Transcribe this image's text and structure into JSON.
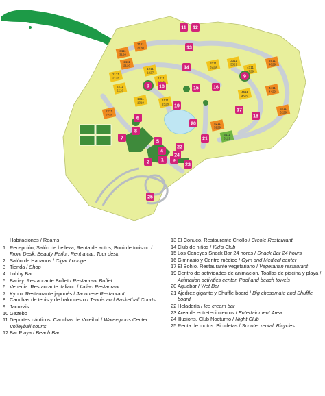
{
  "map": {
    "markers": [
      {
        "n": "1",
        "color": "#d3237a"
      },
      {
        "n": "2",
        "color": "#d3237a"
      },
      {
        "n": "3",
        "color": "#d3237a"
      },
      {
        "n": "4",
        "color": "#d3237a"
      },
      {
        "n": "5",
        "color": "#d3237a"
      },
      {
        "n": "6",
        "color": "#d3237a"
      },
      {
        "n": "7",
        "color": "#d3237a"
      },
      {
        "n": "8",
        "color": "#d3237a"
      },
      {
        "n": "9",
        "color": "#d3237a"
      },
      {
        "n": "9",
        "color": "#d3237a"
      },
      {
        "n": "10",
        "color": "#d3237a"
      },
      {
        "n": "11",
        "color": "#d3237a"
      },
      {
        "n": "12",
        "color": "#d3237a"
      },
      {
        "n": "13",
        "color": "#d3237a"
      },
      {
        "n": "14",
        "color": "#d3237a"
      },
      {
        "n": "15",
        "color": "#d3237a"
      },
      {
        "n": "16",
        "color": "#d3237a"
      },
      {
        "n": "17",
        "color": "#d3237a"
      },
      {
        "n": "18",
        "color": "#d3237a"
      },
      {
        "n": "19",
        "color": "#d3237a"
      },
      {
        "n": "20",
        "color": "#d3237a"
      },
      {
        "n": "21",
        "color": "#d3237a"
      },
      {
        "n": "22",
        "color": "#d3237a"
      },
      {
        "n": "23",
        "color": "#d3237a"
      },
      {
        "n": "24",
        "color": "#d3237a"
      },
      {
        "n": "25",
        "color": "#d3237a"
      }
    ],
    "buildings": [
      {
        "top": "3111",
        "bottom": "3120"
      },
      {
        "top": "3121",
        "bottom": "3130"
      },
      {
        "top": "2111",
        "bottom": "2120"
      },
      {
        "top": "2121",
        "bottom": "2128"
      },
      {
        "top": "2211",
        "bottom": "2218"
      },
      {
        "top": "2221",
        "bottom": "2228"
      },
      {
        "top": "1211",
        "bottom": "1227"
      },
      {
        "top": "1311",
        "bottom": "1319"
      },
      {
        "top": "1411",
        "bottom": "1419"
      },
      {
        "top": "1511",
        "bottom": "1528"
      },
      {
        "top": "3211",
        "bottom": "3229"
      },
      {
        "top": "3311",
        "bottom": "3329"
      },
      {
        "top": "4711",
        "bottom": "4729"
      },
      {
        "top": "4611",
        "bottom": "4629"
      },
      {
        "top": "4511",
        "bottom": "4529"
      },
      {
        "top": "4411",
        "bottom": "4429"
      },
      {
        "top": "5211",
        "bottom": "5229"
      },
      {
        "top": "5111",
        "bottom": "5129"
      },
      {
        "top": "6211",
        "bottom": "6229"
      }
    ],
    "colors": {
      "ground": "#e8ef9c",
      "paths": "#c9cfd6",
      "pool": "#bfe6f3",
      "cuba": "#1d9a47",
      "marker": "#d3237a",
      "courts": "#3f8f3a",
      "building_orange": "#ef8a1f",
      "building_yellow": "#f2c41c",
      "building_green": "#6db542"
    }
  },
  "legend": {
    "header": "Habitaciones / Roams",
    "left": [
      {
        "n": "1",
        "es": "Recepción, Salón de belleza, Renta de autos, Buró de turismo /",
        "en": "Front Desk, Beauty Parlor, Rent a car, Tour desk"
      },
      {
        "n": "2",
        "es": "Salón de Habanos /",
        "en": "Cigar Lounge"
      },
      {
        "n": "3",
        "es": "Tienda /",
        "en": "Shop"
      },
      {
        "n": "4",
        "es": "Lobby Bar",
        "en": ""
      },
      {
        "n": "5",
        "es": "Bariay. Restaurante Buffet /",
        "en": "Restaurant Buffet"
      },
      {
        "n": "6",
        "es": "Venecia. Restaurante italiano /",
        "en": "Italian Restaurant"
      },
      {
        "n": "7",
        "es": "Kyoto. Restaurante japonés /",
        "en": "Japonese Restaurant"
      },
      {
        "n": "8",
        "es": "Canchas de tenis y de baloncesto /",
        "en": "Tennis and Basketball Courts"
      },
      {
        "n": "9",
        "es": "Jacuzzis",
        "en": ""
      },
      {
        "n": "10",
        "es": "Gazebo",
        "en": ""
      },
      {
        "n": "11",
        "es": "Deportes náuticos. Canchas de Voleibol /",
        "en": "Watersports Center. Volleyball courts"
      },
      {
        "n": "12",
        "es": "Bar Playa /",
        "en": "Beach Bar"
      }
    ],
    "right": [
      {
        "n": "13",
        "es": "El Conuco. Restaurante Criollo /",
        "en": "Creole Restaurant"
      },
      {
        "n": "14",
        "es": "Club de niños /",
        "en": "Kid's Club"
      },
      {
        "n": "15",
        "es": "Los Caneyes Snack Bar 24 horas /",
        "en": "Snack Bar 24 hours"
      },
      {
        "n": "16",
        "es": "Gimnasio y Centro médico /",
        "en": "Gym and Medical center"
      },
      {
        "n": "17",
        "es": "El Bohío. Restaurante vegetariano /",
        "en": "Vegetarian restaurant"
      },
      {
        "n": "19",
        "es": "Centro de actividades de animacion, Toallas de piscina y playa /",
        "en": "Animation activities center, Pool and beach towels"
      },
      {
        "n": "20",
        "es": "Aguabar /",
        "en": "Wet Bar"
      },
      {
        "n": "21",
        "es": "Ajedrez gigante y Shuffle board /",
        "en": "Big chessmate and Shuffle board"
      },
      {
        "n": "22",
        "es": "Heladería /",
        "en": "Ice cream bar"
      },
      {
        "n": "23",
        "es": "Area de entretenimientos /",
        "en": "Entertainment Area"
      },
      {
        "n": "24",
        "es": "Illusions. Club Nocturno /",
        "en": "Night Club"
      },
      {
        "n": "25",
        "es": "Renta de motos. Bicicletas /",
        "en": "Scooter rental. Bicycles"
      }
    ]
  }
}
